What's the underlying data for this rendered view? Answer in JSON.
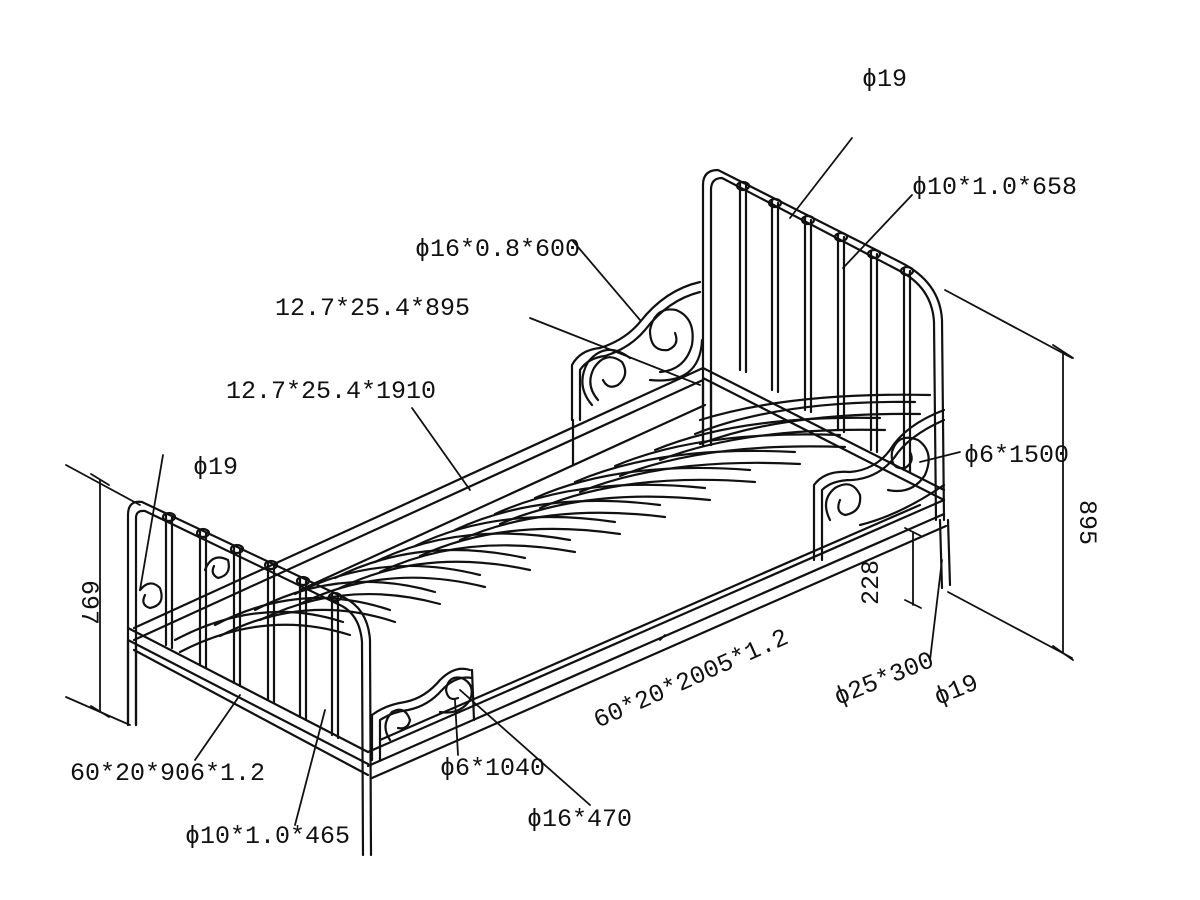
{
  "diagram": {
    "labels": {
      "phi19_top": "ϕ19",
      "phi10_658": "ϕ10*1.0*658",
      "phi16_600": "ϕ16*0.8*600",
      "rail_895": "12.7*25.4*895",
      "rail_1910": "12.7*25.4*1910",
      "phi19_left": "ϕ19",
      "phi6_1500": "ϕ6*1500",
      "dim_895": "895",
      "dim_697": "697",
      "dim_228": "228",
      "side_2005": "60*20*2005*1.2",
      "leg_25_300": "ϕ25*300",
      "phi19_right": "ϕ19",
      "end_906": "60*20*906*1.2",
      "phi6_1040": "ϕ6*1040",
      "phi16_470": "ϕ16*470",
      "phi10_465": "ϕ10*1.0*465"
    }
  }
}
